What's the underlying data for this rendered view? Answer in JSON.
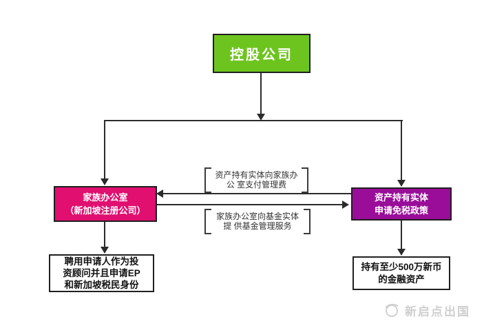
{
  "diagram": {
    "boxes": {
      "holding": {
        "label": "控股公司",
        "bg": "#6ec41f"
      },
      "family_office": {
        "line1": "家族办公室",
        "line2": "（新加坡注册公司）",
        "bg": "#e00f70"
      },
      "asset_entity": {
        "line1": "资产持有实体",
        "line2": "申请免税政策",
        "bg": "#990d99"
      },
      "hire_applicant": {
        "line1": "聘用申请人作为投",
        "line2": "资顾问并且申请EP",
        "line3": "和新加坡税民身份",
        "bg": "#ffffff"
      },
      "hold_assets": {
        "line1": "持有至少500万新币",
        "line2": "的金融资产",
        "bg": "#ffffff"
      }
    },
    "edge_labels": {
      "management_fee": {
        "line1": "资产持有实体向家族办公",
        "line2": "室支付管理费"
      },
      "fund_services": {
        "line1": "家族办公室向基金实体提",
        "line2": "供基金管理服务"
      }
    },
    "watermark": {
      "text": "新启点出国"
    },
    "colors": {
      "green": "#6ec41f",
      "pink": "#e00f70",
      "purple": "#990d99",
      "line": "#2b2b2b",
      "watermark": "#cfcfcf"
    }
  }
}
